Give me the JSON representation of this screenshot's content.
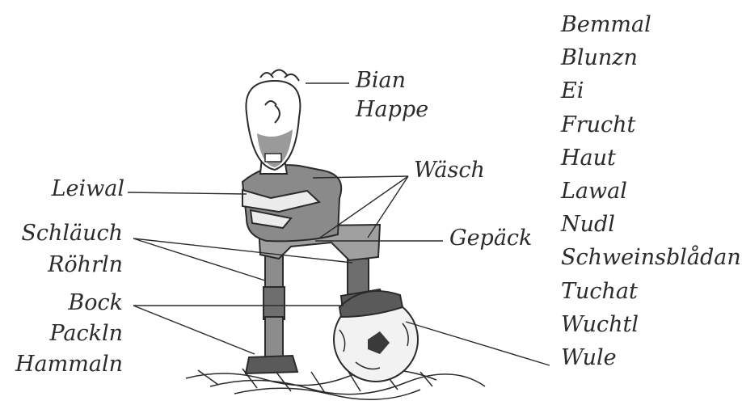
{
  "labels": {
    "bian": "Bian",
    "happe": "Happe",
    "waesch": "Wäsch",
    "leiwal": "Leiwal",
    "gepaeck": "Gepäck",
    "schlaeuch": "Schläuch",
    "roehrln": "Röhrln",
    "bock": "Bock",
    "packln": "Packln",
    "hammaln": "Hammaln"
  },
  "word_list": [
    "Bemmal",
    "Blunzn",
    "Ei",
    "Frucht",
    "Haut",
    "Lawal",
    "Nudl",
    "Schweinsblådan",
    "Tuchat",
    "Wuchtl",
    "Wule"
  ],
  "colors": {
    "ink": "#2b2b2b",
    "shirt": "#8a8a8a",
    "shorts": "#9a9a9a",
    "dark": "#5a5a5a",
    "ball": "#f2f2f2"
  }
}
